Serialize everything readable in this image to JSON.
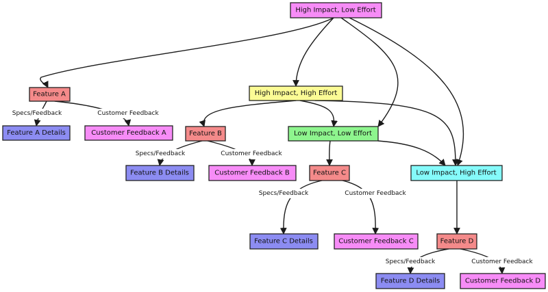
{
  "colors": {
    "pink": "#f78cf7",
    "yellow": "#fbfb95",
    "green": "#8ef58e",
    "cyan": "#85fafa",
    "red": "#f48a8a",
    "blue": "#8c8cf2",
    "magenta": "#f78cf7"
  },
  "nodes": {
    "root": {
      "label": "High Impact, Low Effort",
      "color": "pink"
    },
    "hihe": {
      "label": "High Impact, High Effort",
      "color": "yellow"
    },
    "lile": {
      "label": "Low Impact, Low Effort",
      "color": "green"
    },
    "lihe": {
      "label": "Low Impact, High Effort",
      "color": "cyan"
    },
    "fa": {
      "label": "Feature A",
      "color": "red"
    },
    "fb": {
      "label": "Feature B",
      "color": "red"
    },
    "fc": {
      "label": "Feature C",
      "color": "red"
    },
    "fd": {
      "label": "Feature D",
      "color": "red"
    },
    "fad": {
      "label": "Feature A Details",
      "color": "blue"
    },
    "fbd": {
      "label": "Feature B Details",
      "color": "blue"
    },
    "fcd": {
      "label": "Feature C Details",
      "color": "blue"
    },
    "fdd": {
      "label": "Feature D Details",
      "color": "blue"
    },
    "cfa": {
      "label": "Customer Feedback A",
      "color": "magenta"
    },
    "cfb": {
      "label": "Customer Feedback B",
      "color": "magenta"
    },
    "cfc": {
      "label": "Customer Feedback C",
      "color": "magenta"
    },
    "cfd": {
      "label": "Customer Feedback D",
      "color": "magenta"
    }
  },
  "edge_labels": {
    "specs": "Specs/Feedback",
    "customer": "Customer Feedback"
  }
}
